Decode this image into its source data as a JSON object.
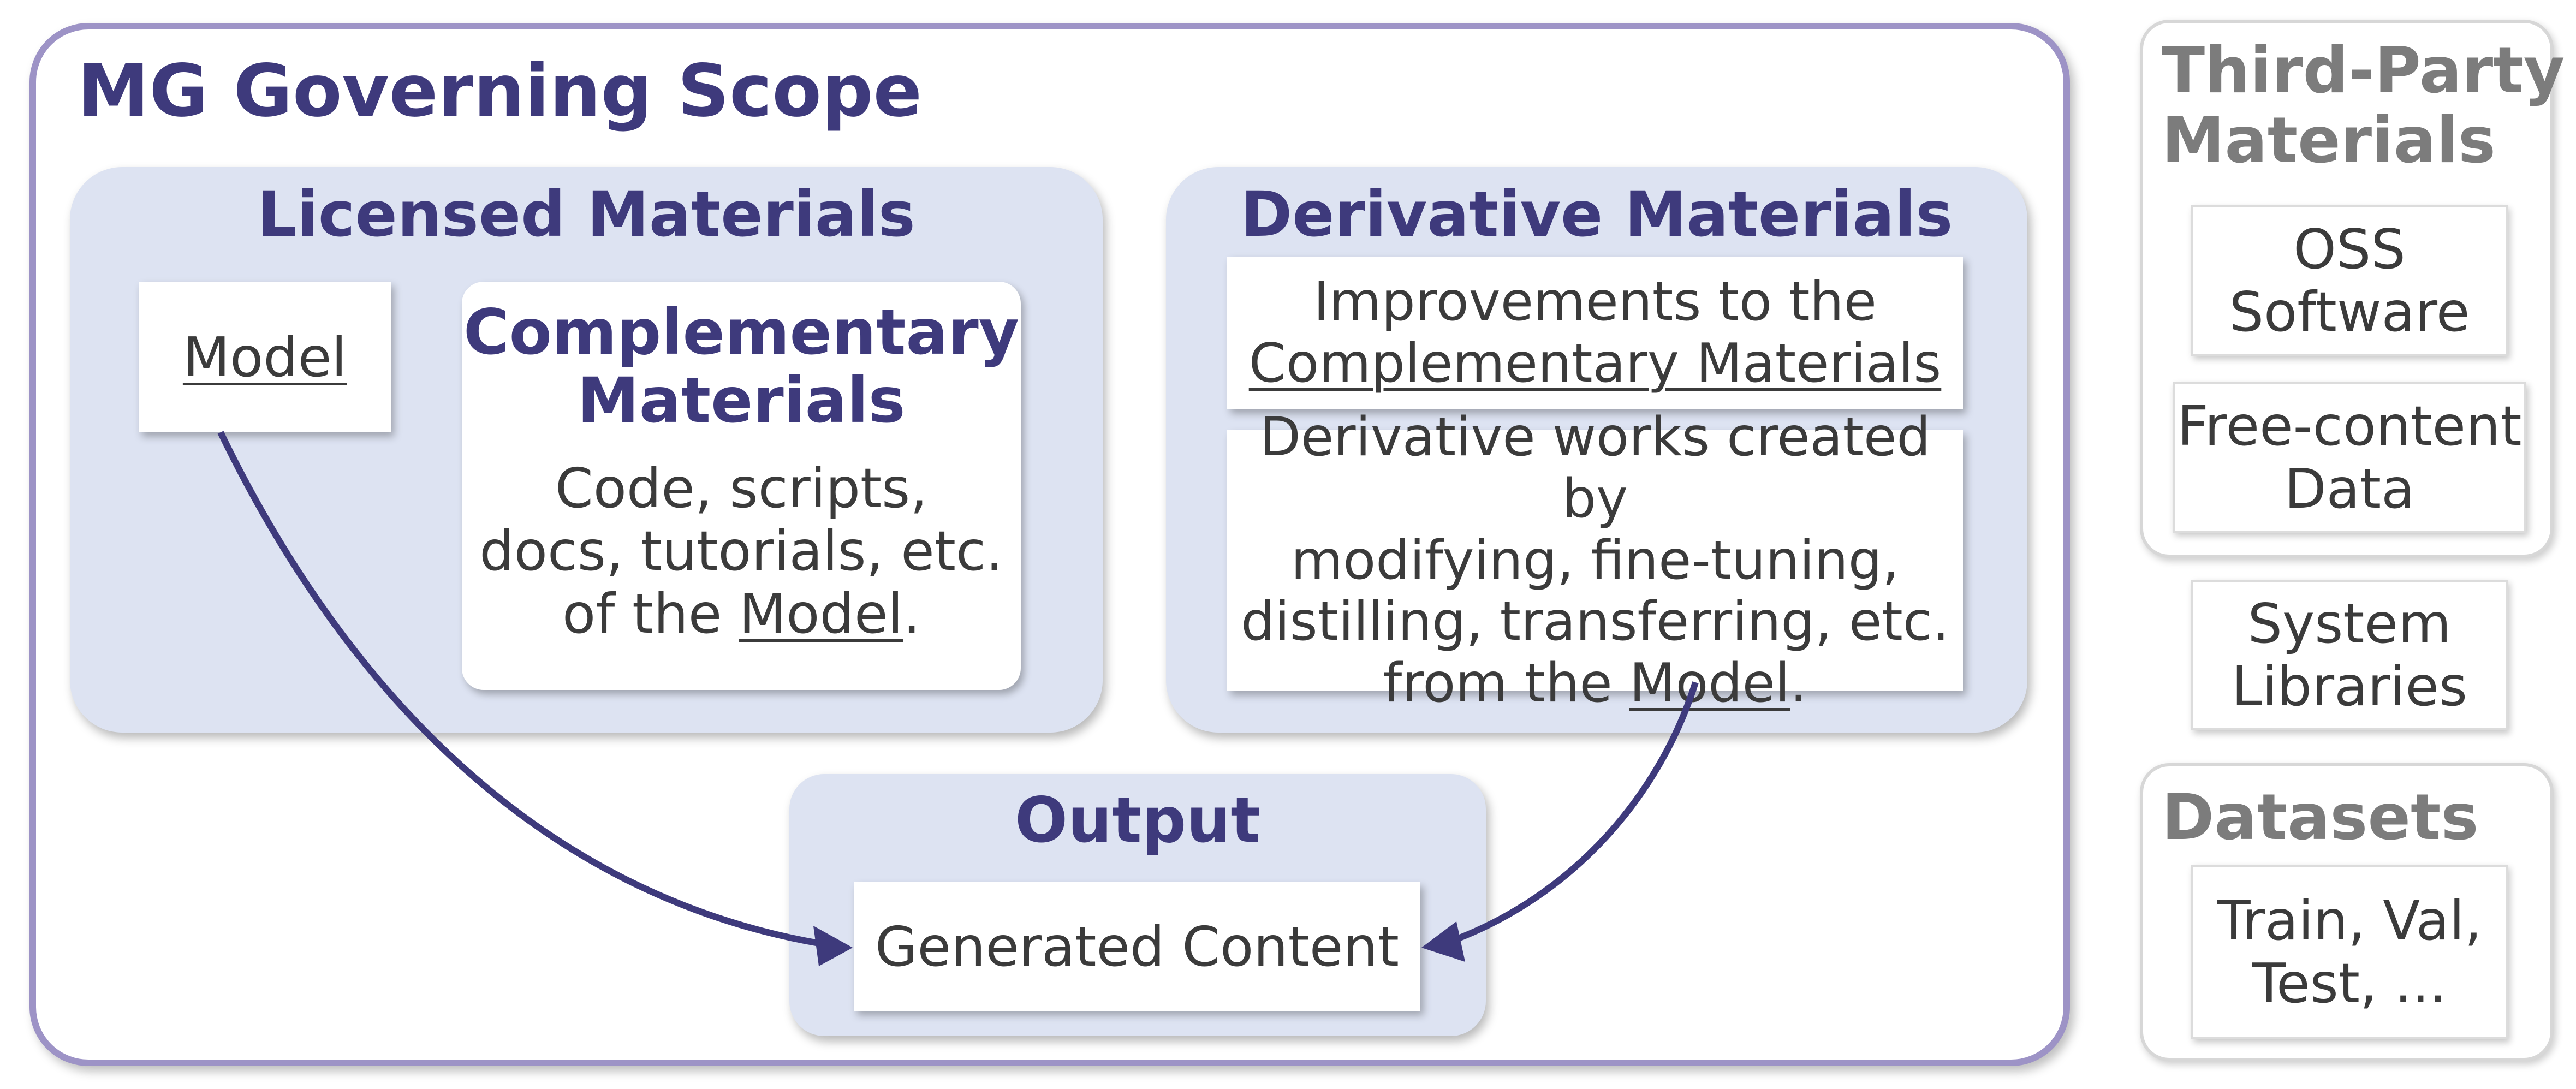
{
  "scope": {
    "title": "MG Governing Scope"
  },
  "licensed": {
    "title": "Licensed Materials",
    "model": "Model",
    "complementary": {
      "title_line1": "Complementary",
      "title_line2": "Materials",
      "line1": "Code, scripts,",
      "line2": "docs, tutorials, etc.",
      "line3_prefix": "of the ",
      "line3_link": "Model",
      "line3_suffix": "."
    }
  },
  "derivative": {
    "title": "Derivative Materials",
    "improvements": {
      "line1": "Improvements to the",
      "line2": "Complementary Materials"
    },
    "works": {
      "line1": "Derivative works created by",
      "line2": "modifying, fine-tuning,",
      "line3": "distilling, transferring, etc.",
      "line4_prefix": "from the ",
      "line4_link": "Model",
      "line4_suffix": "."
    }
  },
  "output": {
    "title": "Output",
    "generated": "Generated Content"
  },
  "third_party": {
    "title_line1": "Third-Party",
    "title_line2": "Materials",
    "oss_line1": "OSS",
    "oss_line2": "Software",
    "free_line1": "Free-content",
    "free_line2": "Data"
  },
  "system_libraries": {
    "line1": "System",
    "line2": "Libraries"
  },
  "datasets": {
    "title": "Datasets",
    "line1": "Train, Val,",
    "line2": "Test, ..."
  },
  "colors": {
    "title_purple": "#3e3a7c",
    "scope_border": "#9d93c6",
    "panel_fill": "#dde3f2",
    "side_title_grey": "#7c7c7c",
    "arrow": "#3e3a7c"
  }
}
